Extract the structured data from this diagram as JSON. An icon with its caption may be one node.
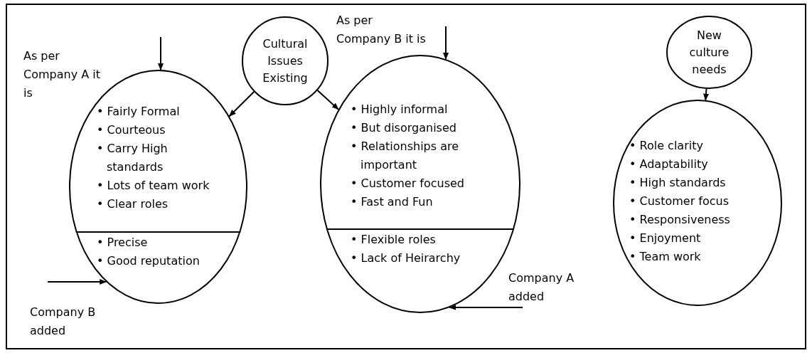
{
  "diagram": {
    "nodes": [
      {
        "text": [
          "Cultural Issues Existing"
        ]
      },
      {
        "text": [],
        "shape": "circle"
      },
      {
        "text": [
          "• Fairly Formal",
          "• Courteous",
          "• Carry High standards",
          "• Lots of team work",
          "• Clear roles"
        ],
        "in": 1
      },
      {
        "text": [
          "• Precise",
          "• Good reputation"
        ],
        "in": 1
      },
      {
        "text": [],
        "shape": "circle"
      },
      {
        "text": [
          "• Highly informal",
          "• But disorganised",
          "• Relationships are important",
          "• Customer focused",
          "• Fast and Fun"
        ],
        "in": 4
      },
      {
        "text": [
          "• Flexible roles",
          "• Lack of Heirarchy"
        ],
        "in": 4
      },
      {
        "text": [
          "New culture needs"
        ]
      },
      {
        "text": [
          "• Role clarity",
          "• Adaptability",
          "• High standards",
          "• Customer focus",
          "• Responsiveness",
          "• Enjoyment",
          "• Team work"
        ]
      }
    ],
    "edges": [
      {
        "from": 0,
        "to": 1,
        "arrow": "to"
      },
      {
        "from": 0,
        "to": 4,
        "arrow": "to"
      },
      {
        "from": null,
        "to": 1,
        "arrow": "to"
      },
      {
        "from": null,
        "to": 1,
        "arrow": "to"
      },
      {
        "from": null,
        "to": 4,
        "arrow": "to"
      },
      {
        "from": null,
        "to": 4,
        "arrow": "to"
      },
      {
        "from": 7,
        "to": 8,
        "arrow": "to"
      }
    ],
    "labels": [
      "As per Company A it is",
      "As per Company B it is",
      "Company A added",
      "Company B added"
    ]
  }
}
